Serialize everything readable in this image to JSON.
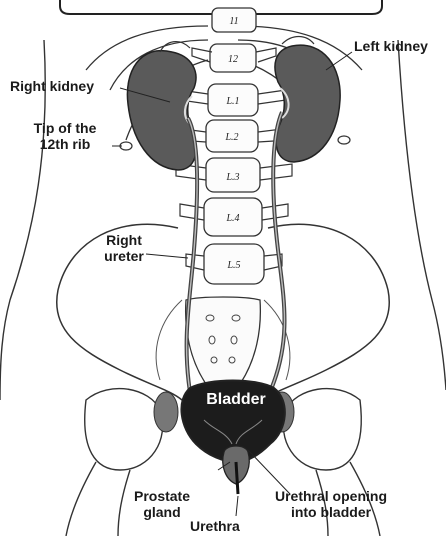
{
  "labels": {
    "left_kidney": "Left kidney",
    "right_kidney": "Right kidney",
    "tip_line1": "Tip of the",
    "tip_line2": "12th rib",
    "right_ureter_line1": "Right",
    "right_ureter_line2": "ureter",
    "bladder": "Bladder",
    "prostate_line1": "Prostate",
    "prostate_line2": "gland",
    "urethra": "Urethra",
    "urethral_line1": "Urethral opening",
    "urethral_line2": "into bladder"
  },
  "vertebrae": [
    "11",
    "12",
    "L.1",
    "L.2",
    "L.3",
    "L.4",
    "L.5"
  ]
}
